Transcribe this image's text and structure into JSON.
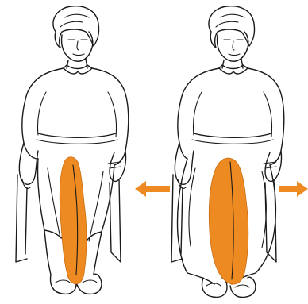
{
  "panels": [
    {
      "id": "legs-together",
      "figure": "seated-person-line-drawing",
      "highlight": "inner-thigh-region",
      "arrows": []
    },
    {
      "id": "legs-apart",
      "figure": "seated-person-line-drawing",
      "highlight": "inner-thigh-region",
      "arrows": [
        "arrow-left",
        "arrow-right"
      ]
    }
  ],
  "colors": {
    "highlight": "#EE8A22",
    "arrow": "#EE8A22",
    "line": "#1a1a1a",
    "background": "#ffffff"
  }
}
